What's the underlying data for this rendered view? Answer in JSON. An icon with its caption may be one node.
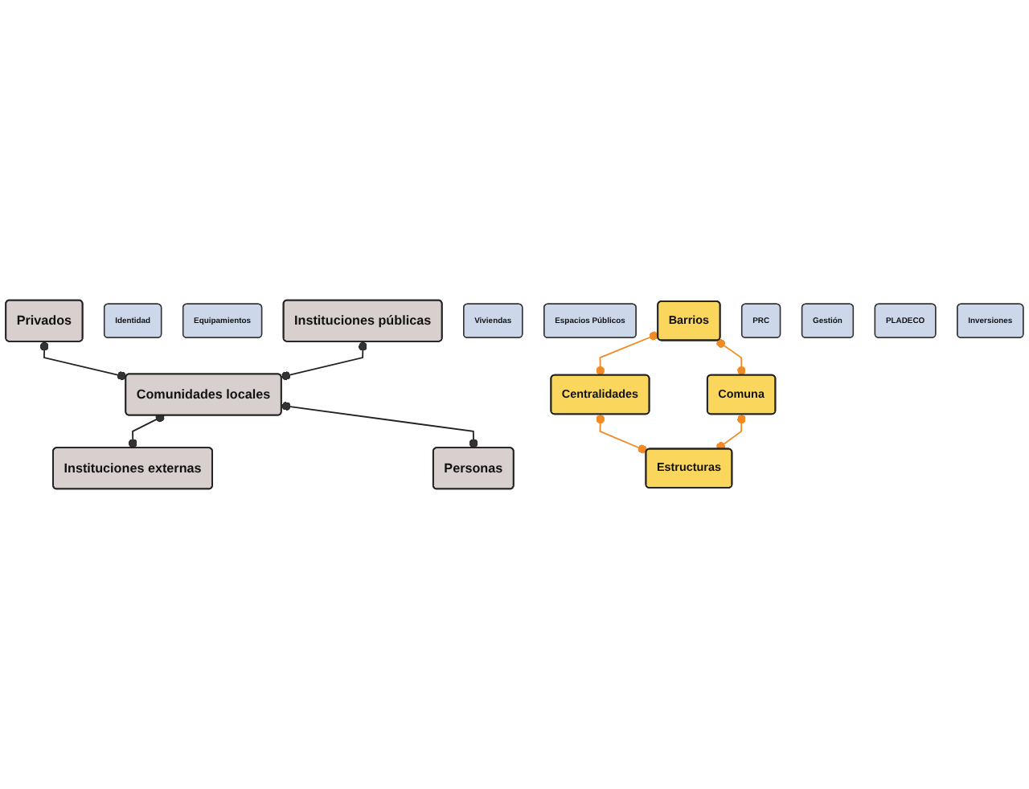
{
  "diagram": {
    "nodes": [
      {
        "text": [
          "Privados"
        ]
      },
      {
        "text": [
          "Identidad"
        ]
      },
      {
        "text": [
          "Equipamientos"
        ]
      },
      {
        "text": [
          "Barrios"
        ]
      },
      {
        "text": [
          "Centralidades"
        ]
      },
      {
        "text": [
          "Viviendas"
        ]
      },
      {
        "text": [
          "Espacios Públicos"
        ]
      },
      {
        "text": [
          "Instituciones públicas"
        ]
      },
      {
        "text": [
          "Comunidades locales"
        ]
      },
      {
        "text": [
          "Instituciones externas"
        ]
      },
      {
        "text": [
          "PRC"
        ]
      },
      {
        "text": [
          "Gestión"
        ]
      },
      {
        "text": [
          "Comuna"
        ]
      },
      {
        "text": [
          "Estructuras"
        ]
      },
      {
        "text": [
          "PLADECO"
        ]
      },
      {
        "text": [
          "Inversiones"
        ]
      },
      {
        "text": [
          "Personas"
        ]
      }
    ],
    "edges": [
      {
        "from": 0,
        "to": 8,
        "arrow": "other"
      },
      {
        "from": 3,
        "to": 4,
        "arrow": "other",
        "color": "#f08a24"
      },
      {
        "from": 3,
        "to": 12,
        "arrow": "other",
        "color": "#f08a24"
      },
      {
        "from": 4,
        "to": 13,
        "arrow": "other",
        "color": "#f08a24"
      },
      {
        "from": 7,
        "to": 8,
        "arrow": "other"
      },
      {
        "from": 8,
        "to": 9,
        "arrow": "other"
      },
      {
        "from": 12,
        "to": 13,
        "arrow": "other",
        "color": "#f08a24"
      },
      {
        "from": 8,
        "to": 16,
        "arrow": "other"
      }
    ]
  }
}
